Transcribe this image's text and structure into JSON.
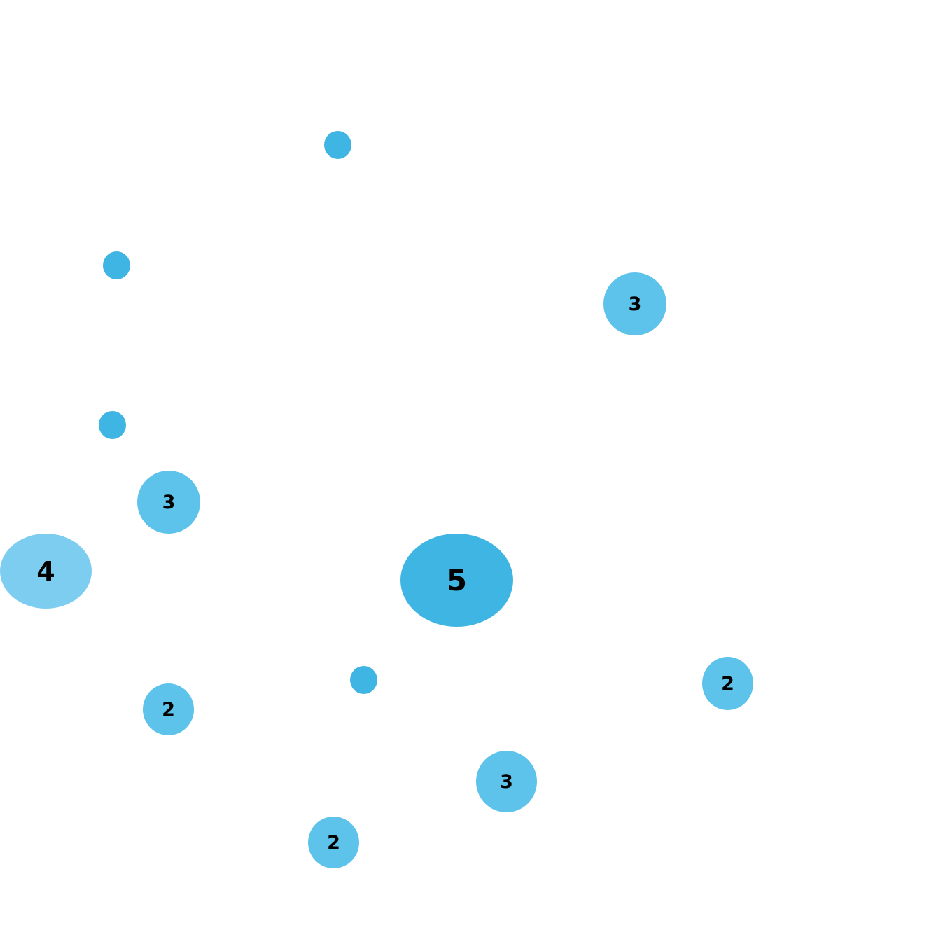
{
  "colors": {
    "background": "#ffffff",
    "single_marker": "#3eb5e2",
    "cluster_small": "#5ec3ea",
    "cluster_medium": "#7ccdf0",
    "cluster_large": "#3eb5e2",
    "label": "#000000"
  },
  "markers": [
    {
      "kind": "single",
      "icon": "map-point-icon"
    },
    {
      "kind": "single",
      "icon": "map-point-icon"
    },
    {
      "kind": "single",
      "icon": "map-point-icon"
    },
    {
      "kind": "single",
      "icon": "map-point-icon"
    },
    {
      "kind": "cluster",
      "count": "3"
    },
    {
      "kind": "cluster",
      "count": "3"
    },
    {
      "kind": "cluster",
      "count": "4"
    },
    {
      "kind": "cluster",
      "count": "5"
    },
    {
      "kind": "cluster",
      "count": "2"
    },
    {
      "kind": "cluster",
      "count": "2"
    },
    {
      "kind": "cluster",
      "count": "3"
    },
    {
      "kind": "cluster",
      "count": "2"
    }
  ]
}
